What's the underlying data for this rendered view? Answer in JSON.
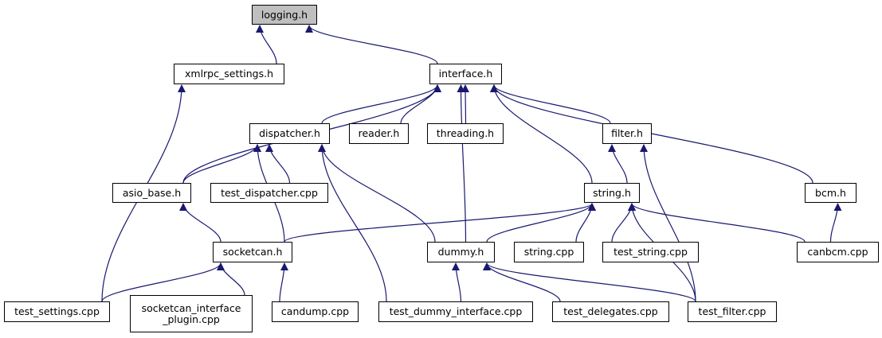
{
  "graph": {
    "edge_color": "#191970",
    "root_fill": "#bfbfbf",
    "nodes": [
      {
        "id": "logging",
        "label": "logging.h",
        "root": true
      },
      {
        "id": "xmlrpc",
        "label": "xmlrpc_settings.h"
      },
      {
        "id": "interface",
        "label": "interface.h"
      },
      {
        "id": "dispatcher",
        "label": "dispatcher.h"
      },
      {
        "id": "reader",
        "label": "reader.h"
      },
      {
        "id": "threading",
        "label": "threading.h"
      },
      {
        "id": "filter",
        "label": "filter.h"
      },
      {
        "id": "asio_base",
        "label": "asio_base.h"
      },
      {
        "id": "test_dispatcher",
        "label": "test_dispatcher.cpp"
      },
      {
        "id": "string",
        "label": "string.h"
      },
      {
        "id": "bcm",
        "label": "bcm.h"
      },
      {
        "id": "socketcan",
        "label": "socketcan.h"
      },
      {
        "id": "dummy",
        "label": "dummy.h"
      },
      {
        "id": "string_cpp",
        "label": "string.cpp"
      },
      {
        "id": "test_string",
        "label": "test_string.cpp"
      },
      {
        "id": "canbcm",
        "label": "canbcm.cpp"
      },
      {
        "id": "test_settings",
        "label": "test_settings.cpp"
      },
      {
        "id": "plugin",
        "label": "socketcan_interface\n_plugin.cpp"
      },
      {
        "id": "candump",
        "label": "candump.cpp"
      },
      {
        "id": "test_dummy_interface",
        "label": "test_dummy_interface.cpp"
      },
      {
        "id": "test_delegates",
        "label": "test_delegates.cpp"
      },
      {
        "id": "test_filter",
        "label": "test_filter.cpp"
      }
    ],
    "edges": [
      [
        "xmlrpc",
        "logging"
      ],
      [
        "interface",
        "logging"
      ],
      [
        "test_settings",
        "xmlrpc"
      ],
      [
        "asio_base",
        "interface"
      ],
      [
        "dispatcher",
        "interface"
      ],
      [
        "reader",
        "interface"
      ],
      [
        "threading",
        "interface"
      ],
      [
        "dummy",
        "interface"
      ],
      [
        "string",
        "interface"
      ],
      [
        "filter",
        "interface"
      ],
      [
        "bcm",
        "interface"
      ],
      [
        "asio_base",
        "dispatcher"
      ],
      [
        "test_dispatcher",
        "dispatcher"
      ],
      [
        "socketcan",
        "dispatcher"
      ],
      [
        "test_dummy_interface",
        "dispatcher"
      ],
      [
        "dummy",
        "dispatcher"
      ],
      [
        "socketcan",
        "asio_base"
      ],
      [
        "string",
        "filter"
      ],
      [
        "test_filter",
        "filter"
      ],
      [
        "socketcan",
        "string"
      ],
      [
        "dummy",
        "string"
      ],
      [
        "string_cpp",
        "string"
      ],
      [
        "test_string",
        "string"
      ],
      [
        "test_filter",
        "string"
      ],
      [
        "canbcm",
        "string"
      ],
      [
        "canbcm",
        "bcm"
      ],
      [
        "test_settings",
        "socketcan"
      ],
      [
        "plugin",
        "socketcan"
      ],
      [
        "candump",
        "socketcan"
      ],
      [
        "test_dummy_interface",
        "dummy"
      ],
      [
        "test_delegates",
        "dummy"
      ],
      [
        "test_filter",
        "dummy"
      ]
    ]
  }
}
